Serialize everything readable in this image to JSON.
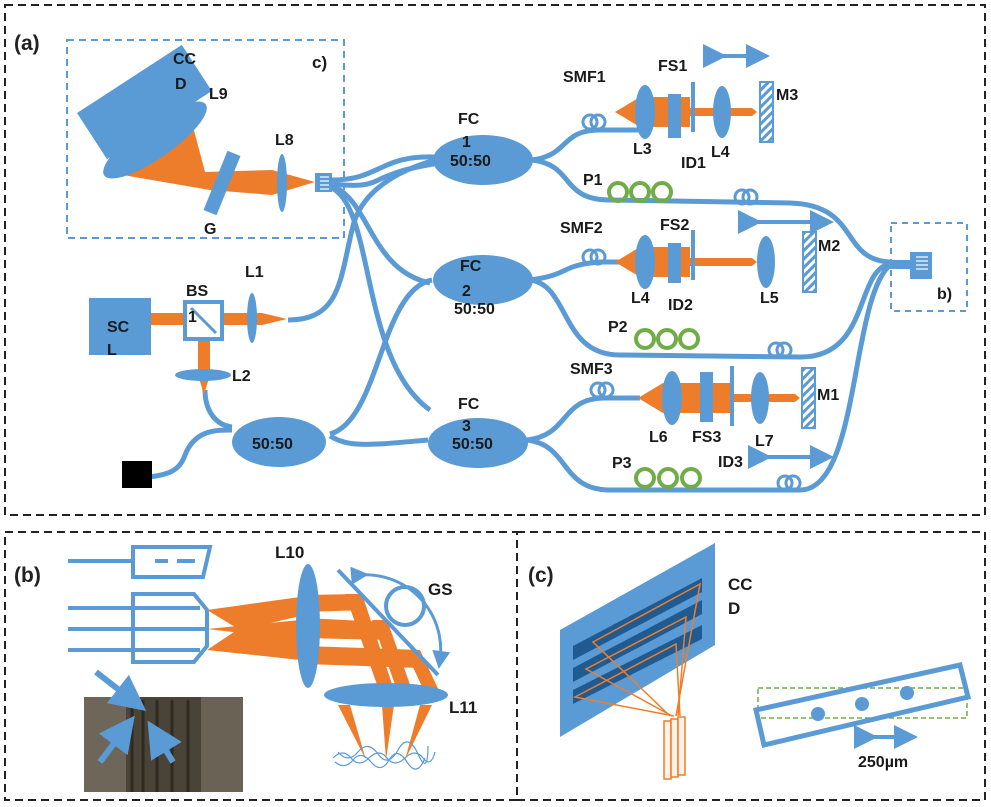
{
  "colors": {
    "optic_blue": "#5b9bd5",
    "beam_orange": "#ee7d2b",
    "polarizer_green": "#70ad47",
    "dark_blue": "#1f5b91",
    "frame": "#222222",
    "photo_dark": "#4a4438"
  },
  "panels": {
    "a": {
      "label": "(a)",
      "subbox_c": "c)",
      "subbox_b": "b)",
      "source": [
        "SC",
        "L"
      ],
      "beamsplitter": [
        "BS",
        "1"
      ],
      "lenses": {
        "L1": "L1",
        "L2": "L2",
        "L3": "L3",
        "L4a": "L4",
        "L4b": "L4",
        "L5": "L5",
        "L6": "L6",
        "L7": "L7",
        "L8": "L8",
        "L9": "L9"
      },
      "ccd": [
        "CC",
        "D"
      ],
      "grating": "G",
      "couplers": [
        {
          "name": "FC",
          "index": "1",
          "ratio": "50:50"
        },
        {
          "name": "FC",
          "index": "2",
          "ratio": "50:50"
        },
        {
          "name": "FC",
          "index": "3",
          "ratio": "50:50"
        }
      ],
      "main_coupler_ratio": "50:50",
      "fibers": [
        "SMF1",
        "SMF2",
        "SMF3"
      ],
      "filters": [
        "FS1",
        "FS2",
        "FS3"
      ],
      "irises": [
        "ID1",
        "ID2",
        "ID3"
      ],
      "mirrors": [
        "M3",
        "M2",
        "M1"
      ],
      "polarization_controllers": [
        "P1",
        "P2",
        "P3"
      ]
    },
    "b": {
      "label": "(b)",
      "lens_top": "L10",
      "lens_bottom": "L11",
      "scanner": "GS"
    },
    "c": {
      "label": "(c)",
      "ccd": [
        "CC",
        "D"
      ],
      "scale": "250µm"
    }
  }
}
